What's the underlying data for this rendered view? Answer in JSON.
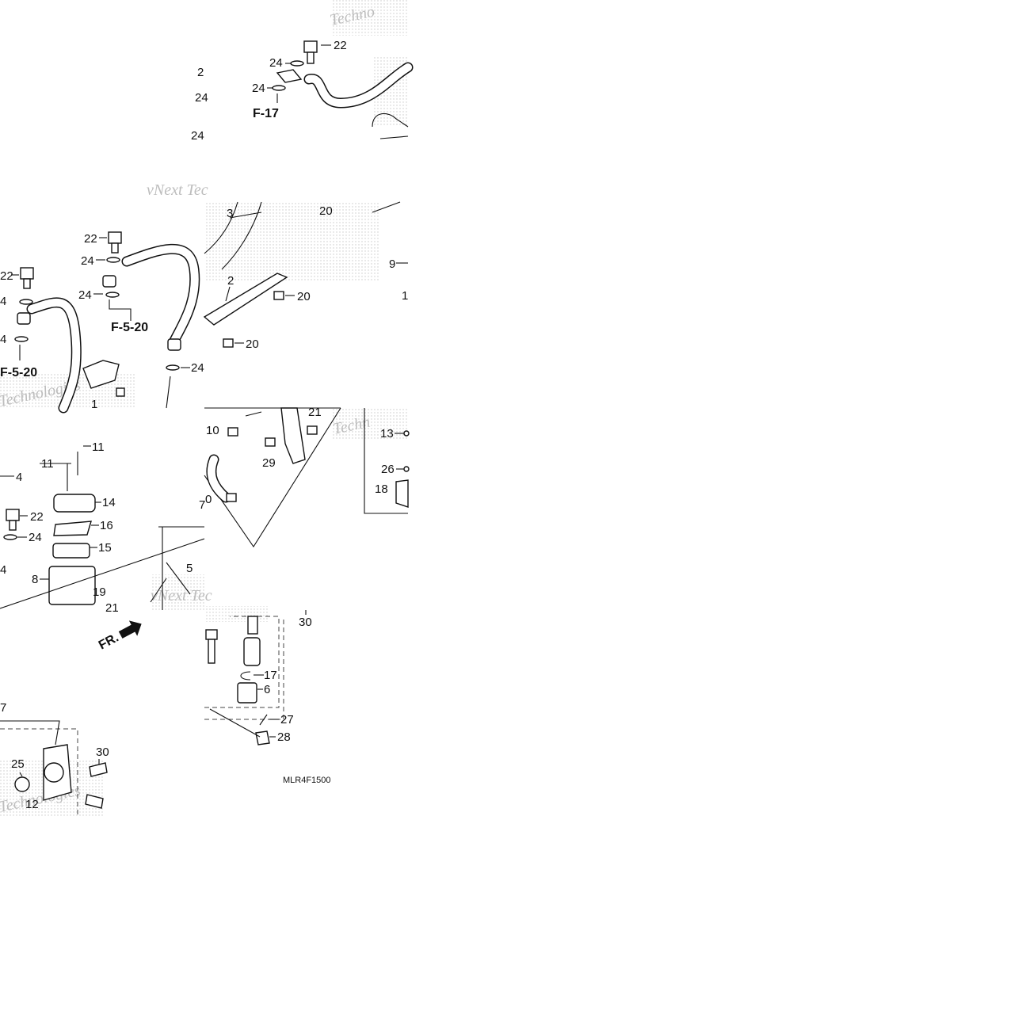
{
  "drawing_code": "MLR4F1500",
  "watermarks": [
    "Techno",
    "vNext Tec",
    "Technologies",
    "Techn",
    "vNext Tec",
    "Technologies"
  ],
  "front_marker": "FR.",
  "references": [
    "F-17",
    "F-5-20",
    "F-5-20"
  ],
  "callouts": [
    "22",
    "24",
    "24",
    "2",
    "24",
    "24",
    "20",
    "3",
    "2",
    "20",
    "20",
    "9",
    "1",
    "22",
    "24",
    "24",
    "22",
    "4",
    "4",
    "1",
    "24",
    "11",
    "11",
    "14",
    "4",
    "22",
    "24",
    "16",
    "15",
    "4",
    "8",
    "19",
    "21",
    "21",
    "10",
    "29",
    "0",
    "7",
    "5",
    "13",
    "26",
    "18",
    "30",
    "17",
    "6",
    "27",
    "28",
    "7",
    "30",
    "25",
    "12"
  ]
}
